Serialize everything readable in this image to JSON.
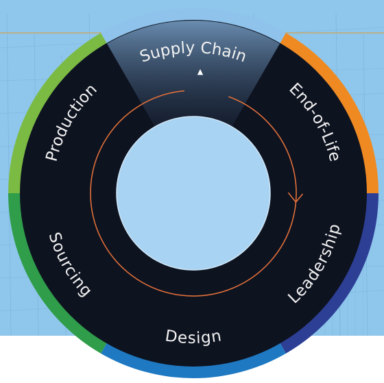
{
  "wheel": {
    "segments": [
      {
        "id": "supply-chain",
        "label": "Supply Chain",
        "color": "#8fc3eb",
        "selected": true
      },
      {
        "id": "end-of-life",
        "label": "End-of-Life",
        "color": "#ef8a22",
        "selected": false
      },
      {
        "id": "leadership",
        "label": "Leadership",
        "color": "#2d3f95",
        "selected": false
      },
      {
        "id": "design",
        "label": "Design",
        "color": "#1e79c2",
        "selected": false
      },
      {
        "id": "sourcing",
        "label": "Sourcing",
        "color": "#2f9d4a",
        "selected": false
      },
      {
        "id": "production",
        "label": "Production",
        "color": "#7bbb43",
        "selected": false
      }
    ],
    "dial_color": "#0e1320",
    "selected_glow_color": "#5c7da0",
    "cycle_arrow_color": "#e0703a",
    "selection_marker_glyph": "▲"
  },
  "background": {
    "sky_color": "#8fc6ec",
    "sketch_line_color": "#6aa3cc",
    "horizon_line_color": "#c9a96a",
    "lower_panel_color": "#ffffff"
  }
}
